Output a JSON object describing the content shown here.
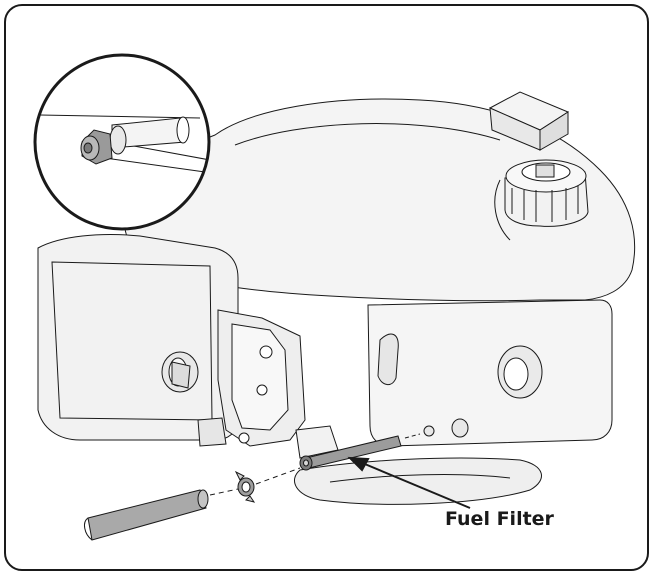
{
  "callout": {
    "label": "Fuel Filter"
  },
  "colors": {
    "outline": "#1a1a1a",
    "body_fill": "#f2f2f2",
    "hose_fill": "#a9a9a9",
    "background": "#ffffff"
  },
  "icons": {
    "inset_detail": "magnified-fuel-line-fitting",
    "engine": "lawn-mower-engine",
    "fuel_cap": "fuel-cap",
    "filter": "inline-fuel-filter",
    "hose": "fuel-hose",
    "clamp": "hose-clamp"
  }
}
